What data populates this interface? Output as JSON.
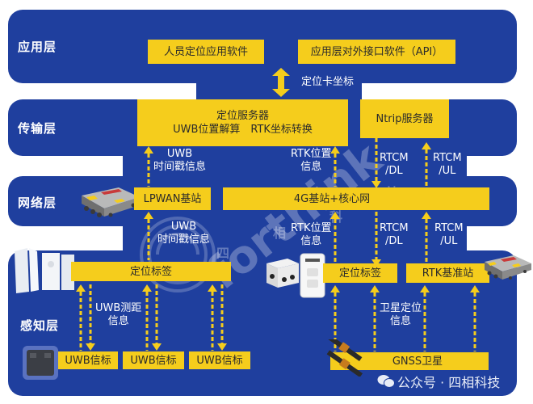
{
  "colors": {
    "layer_bg": "#1f3f9e",
    "box_bg": "#f5cd1c",
    "box_text": "#2b2b2b",
    "label_text": "#ffffff",
    "arrow": "#f5cd1c"
  },
  "layers": {
    "application": {
      "label": "应用层"
    },
    "transport": {
      "label": "传输层"
    },
    "network": {
      "label": "网络层"
    },
    "sensing": {
      "label": "感知层"
    }
  },
  "application": {
    "boxes": [
      "人员定位应用软件",
      "应用层对外接口软件（API）"
    ],
    "link_label": "定位卡坐标"
  },
  "transport": {
    "positioning_server": {
      "line1": "定位服务器",
      "line2": "UWB位置解算　RTK坐标转换"
    },
    "ntrip_server": "Ntrip服务器"
  },
  "transport_network_links": {
    "uwb": {
      "line1": "UWB",
      "line2": "时间戳信息"
    },
    "rtk": {
      "line1": "RTK位置",
      "line2": "信息"
    },
    "rtcm_dl": {
      "line1": "RTCM",
      "line2": "/DL"
    },
    "rtcm_ul": {
      "line1": "RTCM",
      "line2": "/UL"
    }
  },
  "network": {
    "lpwan": "LPWAN基站",
    "core": "4G基站+核心网"
  },
  "network_sensing_links": {
    "uwb": {
      "line1": "UWB",
      "line2": "时间戳信息"
    },
    "rtk": {
      "line1": "RTK位置",
      "line2": "信息"
    },
    "rtcm_dl": {
      "line1": "RTCM",
      "line2": "/DL"
    },
    "rtcm_ul": {
      "line1": "RTCM",
      "line2": "/UL"
    }
  },
  "sensing": {
    "uwb_tag": "定位标签",
    "rtk_tag": "定位标签",
    "rtk_base": "RTK基准站",
    "uwb_ranging": {
      "line1": "UWB测距",
      "line2": "信息"
    },
    "satellite_info": {
      "line1": "卫星定位",
      "line2": "信息"
    },
    "beacons": [
      "UWB信标",
      "UWB信标",
      "UWB信标"
    ],
    "gnss": "GNSS卫星"
  },
  "watermark": {
    "text": "forthink",
    "small_chars": [
      "四",
      "相",
      "科",
      "技"
    ]
  },
  "footer": {
    "text": "公众号 · 四相科技"
  }
}
